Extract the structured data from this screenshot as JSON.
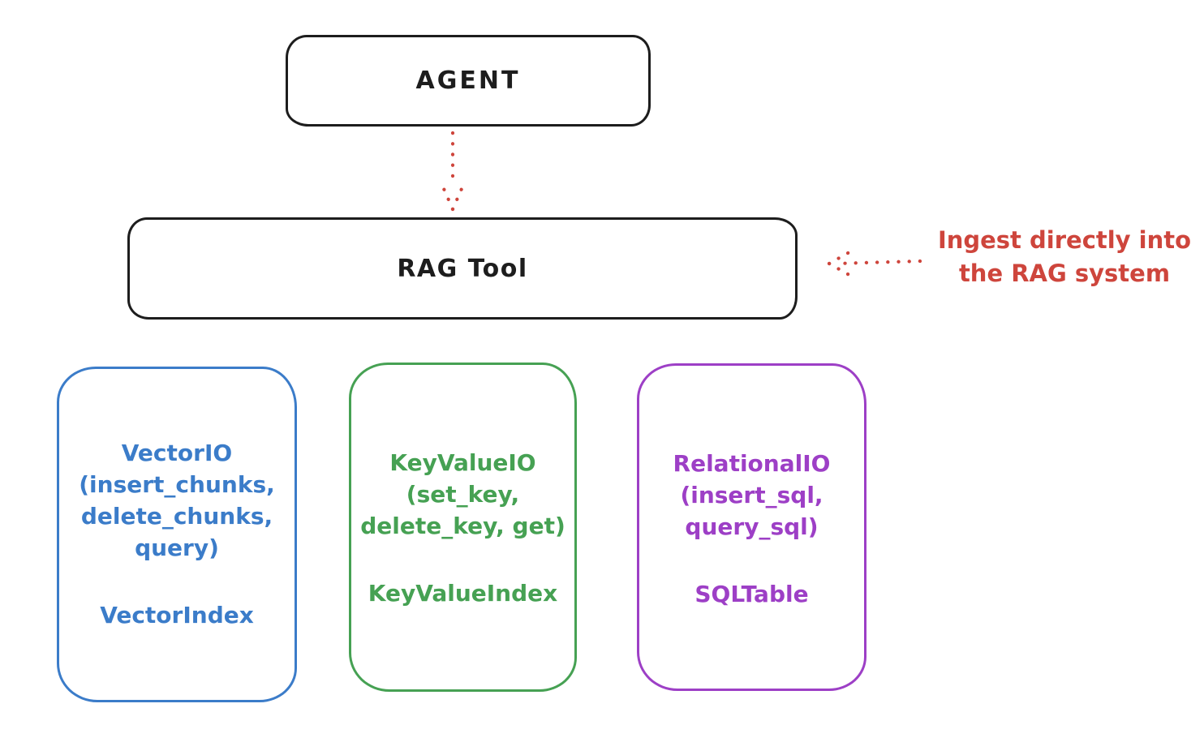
{
  "colors": {
    "ink": "#1d1d1d",
    "red": "#ce453c",
    "blue": "#3b7cc9",
    "green": "#46a153",
    "purple": "#9d3fc6",
    "background": "#ffffff"
  },
  "nodes": {
    "agent": {
      "label": "AGENT"
    },
    "rag_tool": {
      "label": "RAG Tool"
    }
  },
  "annotation": {
    "line1": "Ingest directly into",
    "line2": "the RAG system"
  },
  "arrows": [
    {
      "name": "agent-to-rag-tool",
      "style": "dotted",
      "color": "#ce453c",
      "direction": "down"
    },
    {
      "name": "annotation-to-rag-tool",
      "style": "dotted",
      "color": "#ce453c",
      "direction": "left"
    }
  ],
  "io_boxes": [
    {
      "title": "VectorIO",
      "method_lines": [
        "(insert_chunks,",
        "delete_chunks,",
        "query)"
      ],
      "index_label": "VectorIndex",
      "color": "#3b7cc9"
    },
    {
      "title": "KeyValueIO",
      "method_lines": [
        "(set_key,",
        "delete_key, get)"
      ],
      "index_label": "KeyValueIndex",
      "color": "#46a153"
    },
    {
      "title": "RelationalIO",
      "method_lines": [
        "(insert_sql,",
        "query_sql)"
      ],
      "index_label": "SQLTable",
      "color": "#9d3fc6"
    }
  ]
}
